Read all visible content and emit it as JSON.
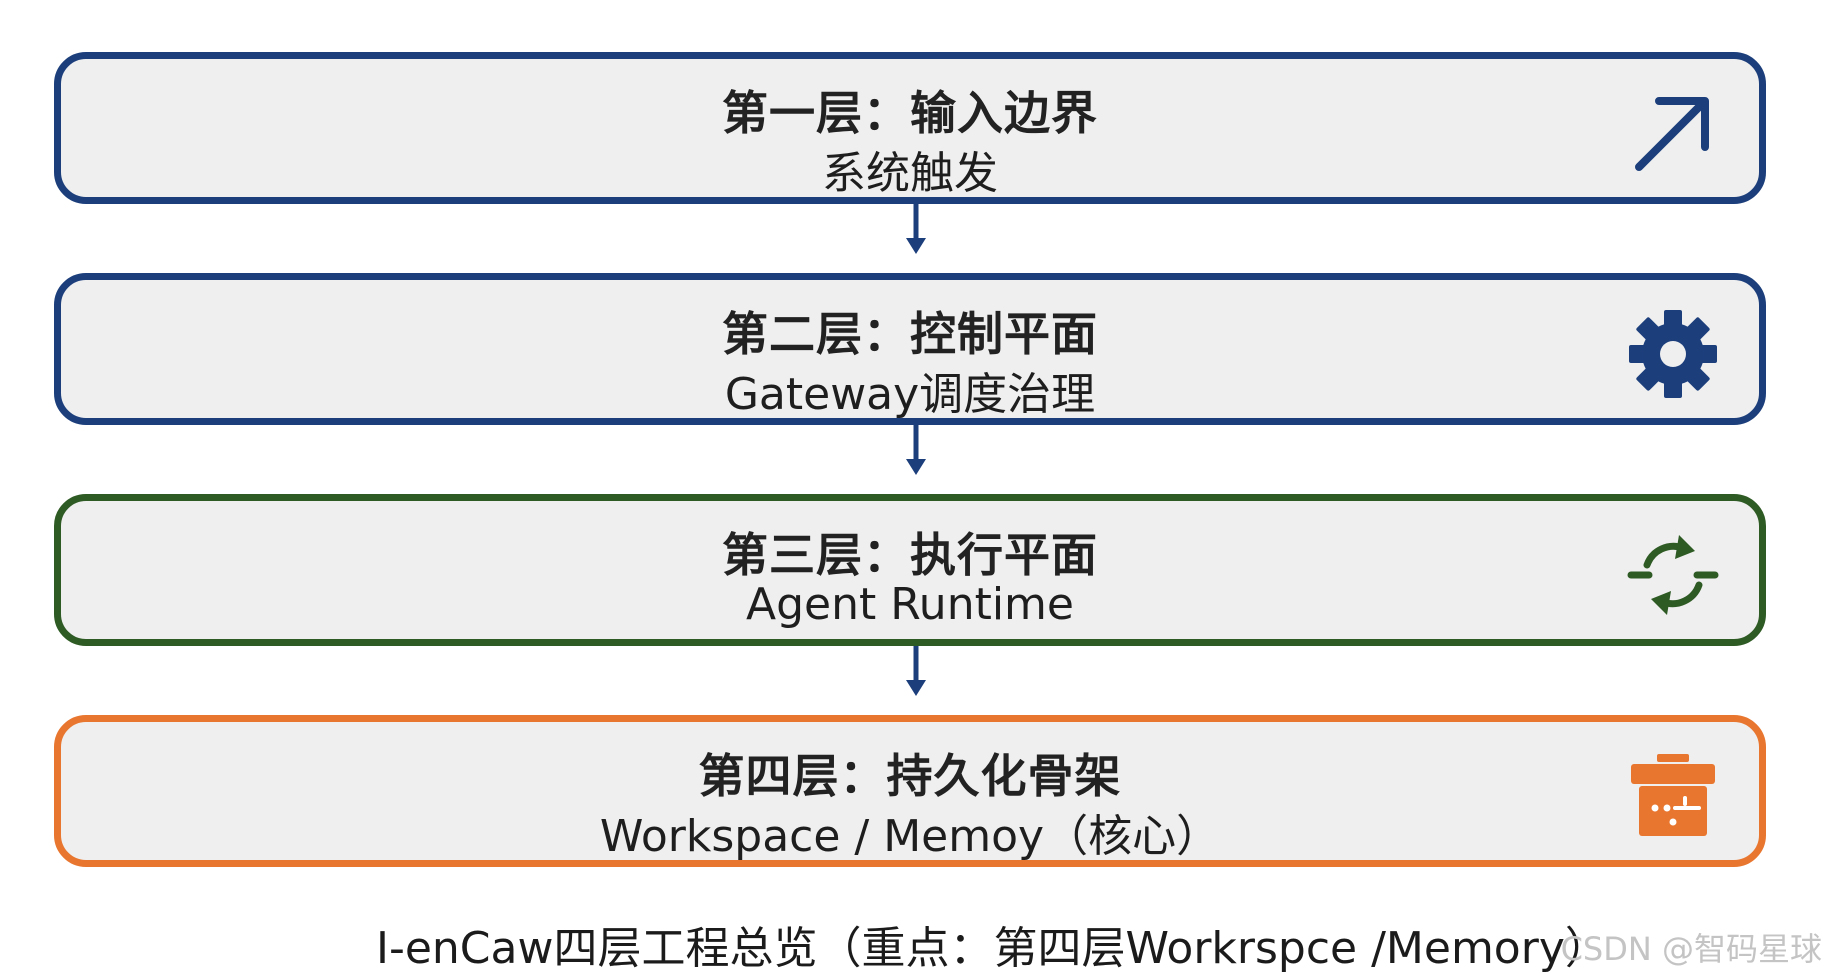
{
  "colors": {
    "layer1_border": "#1c3f7c",
    "layer2_border": "#1c3f7c",
    "layer3_border": "#2e5a24",
    "layer4_border": "#e8762e",
    "arrow": "#1c3f7c",
    "icon_blue": "#1c3f7c",
    "icon_green": "#2e5a24",
    "icon_orange": "#e8762e",
    "box_fill": "#efefef"
  },
  "layers": [
    {
      "title": "第一层：输入边界",
      "subtitle": "系统触发",
      "icon": "arrow-up-right-icon"
    },
    {
      "title": "第二层：控制平面",
      "subtitle": "Gateway调度治理",
      "icon": "gear-icon"
    },
    {
      "title": "第三层：执行平面",
      "subtitle": "Agent Runtime",
      "icon": "cycle-icon"
    },
    {
      "title": "第四层：持久化骨架",
      "subtitle": "Workspace / Memoy（核心）",
      "icon": "storage-box-icon"
    }
  ],
  "caption": "I-enCaw四层工程总览（重点：第四层Workrspce /Memory）",
  "watermark": "CSDN @智码星球"
}
